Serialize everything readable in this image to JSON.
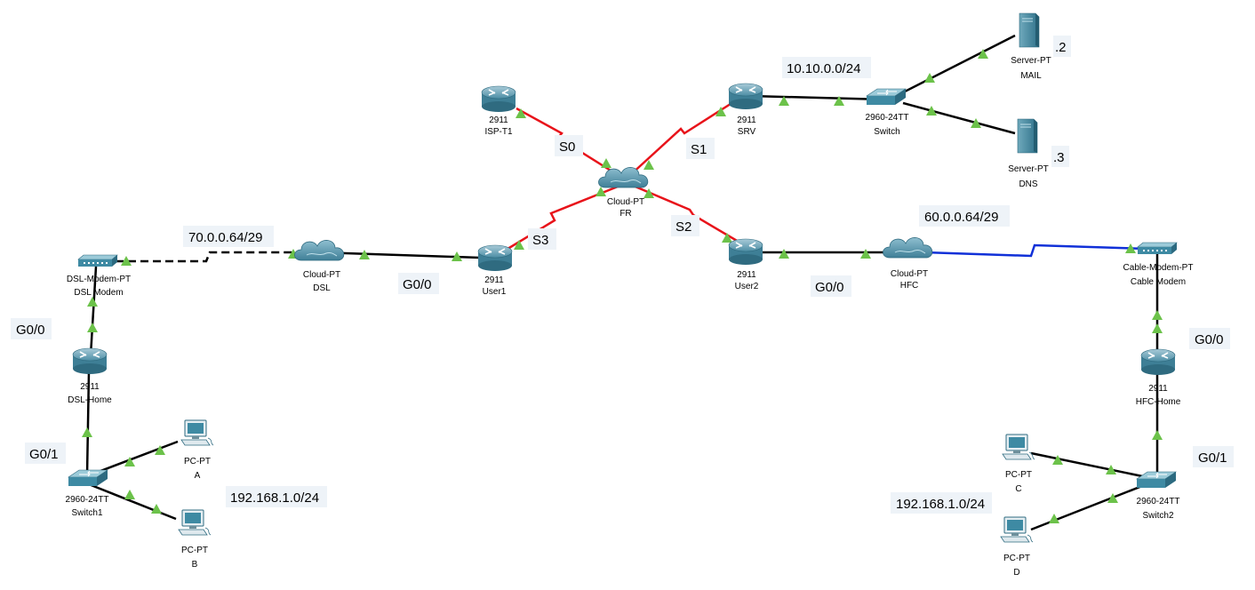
{
  "colors": {
    "ethernet": "#000000",
    "serial": "#e8131a",
    "coax": "#1030d8",
    "port_up": "#6cc24a",
    "device": "#3d8fa6"
  },
  "devices": {
    "isp_t1": {
      "model": "2911",
      "name": "ISP-T1",
      "icon": "router-icon"
    },
    "srv": {
      "model": "2911",
      "name": "SRV",
      "icon": "router-icon"
    },
    "user1": {
      "model": "2911",
      "name": "User1",
      "icon": "router-icon"
    },
    "user2": {
      "model": "2911",
      "name": "User2",
      "icon": "router-icon"
    },
    "dsl_home": {
      "model": "2911",
      "name": "DSL-Home",
      "icon": "router-icon"
    },
    "hfc_home": {
      "model": "2911",
      "name": "HFC-Home",
      "icon": "router-icon"
    },
    "fr_cloud": {
      "model": "Cloud-PT",
      "name": "FR",
      "icon": "cloud-icon"
    },
    "dsl_cloud": {
      "model": "Cloud-PT",
      "name": "DSL",
      "icon": "cloud-icon"
    },
    "hfc_cloud": {
      "model": "Cloud-PT",
      "name": "HFC",
      "icon": "cloud-icon"
    },
    "srv_switch": {
      "model": "2960-24TT",
      "name": "Switch",
      "icon": "switch-icon"
    },
    "switch1": {
      "model": "2960-24TT",
      "name": "Switch1",
      "icon": "switch-icon"
    },
    "switch2": {
      "model": "2960-24TT",
      "name": "Switch2",
      "icon": "switch-icon"
    },
    "mail_server": {
      "model": "Server-PT",
      "name": "MAIL",
      "icon": "server-icon"
    },
    "dns_server": {
      "model": "Server-PT",
      "name": "DNS",
      "icon": "server-icon"
    },
    "dsl_modem": {
      "model": "DSL-Modem-PT",
      "name": "DSL Modem",
      "icon": "modem-icon"
    },
    "cable_modem": {
      "model": "Cable-Modem-PT",
      "name": "Cable Modem",
      "icon": "modem-icon"
    },
    "pc_a": {
      "model": "PC-PT",
      "name": "A",
      "icon": "pc-icon"
    },
    "pc_b": {
      "model": "PC-PT",
      "name": "B",
      "icon": "pc-icon"
    },
    "pc_c": {
      "model": "PC-PT",
      "name": "C",
      "icon": "pc-icon"
    },
    "pc_d": {
      "model": "PC-PT",
      "name": "D",
      "icon": "pc-icon"
    }
  },
  "labels": {
    "net_srv": "10.10.0.0/24",
    "mail_host": ".2",
    "dns_host": ".3",
    "s0": "S0",
    "s1": "S1",
    "s2": "S2",
    "s3": "S3",
    "net_dsl": "70.0.0.64/29",
    "net_hfc": "60.0.0.64/29",
    "user1_g00": "G0/0",
    "user2_g00": "G0/0",
    "dsl_home_g00": "G0/0",
    "dsl_home_g01": "G0/1",
    "hfc_home_g00": "G0/0",
    "hfc_home_g01": "G0/1",
    "lan_left": "192.168.1.0/24",
    "lan_right": "192.168.1.0/24"
  }
}
